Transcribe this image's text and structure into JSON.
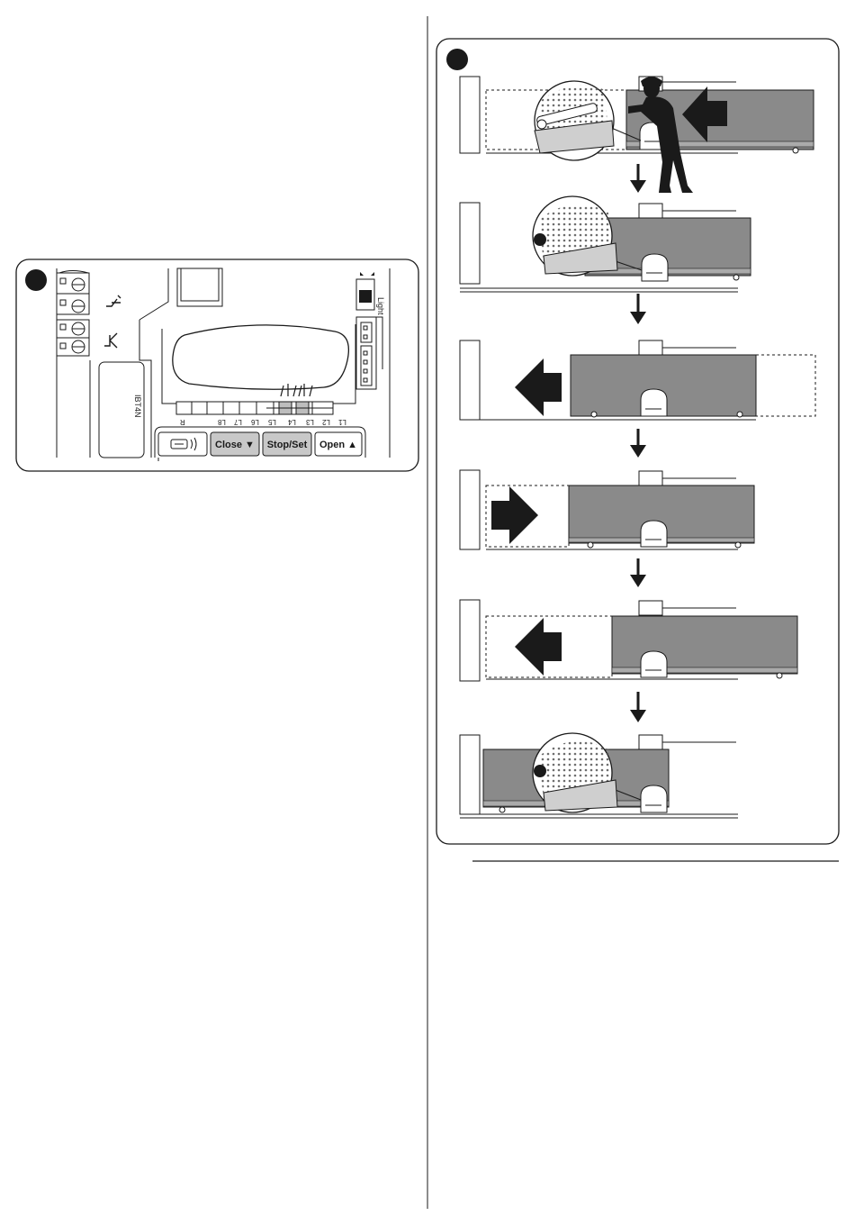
{
  "board_panel": {
    "model_label": "IBT4N",
    "light_label": "Light",
    "led_labels": [
      "R",
      "L8",
      "L7",
      "L6",
      "L5",
      "L4",
      "L3",
      "L2",
      "L1"
    ],
    "buttons": {
      "close": "Close ▼",
      "stop": "Stop/Set",
      "open": "Open ▲"
    }
  },
  "gate_panel": {
    "steps": [
      {
        "id": "manual-release-push",
        "arrow": "left-push"
      },
      {
        "id": "lock-engaged",
        "arrow": "none"
      },
      {
        "id": "gate-opening",
        "arrow": "left"
      },
      {
        "id": "gate-closing",
        "arrow": "right"
      },
      {
        "id": "gate-opening-again",
        "arrow": "left"
      },
      {
        "id": "gate-closed-locked",
        "arrow": "none"
      }
    ]
  },
  "colors": {
    "gate_fill": "#8a8a8a",
    "line": "#1a1a1a",
    "button_fill": "#c8c8c8"
  }
}
